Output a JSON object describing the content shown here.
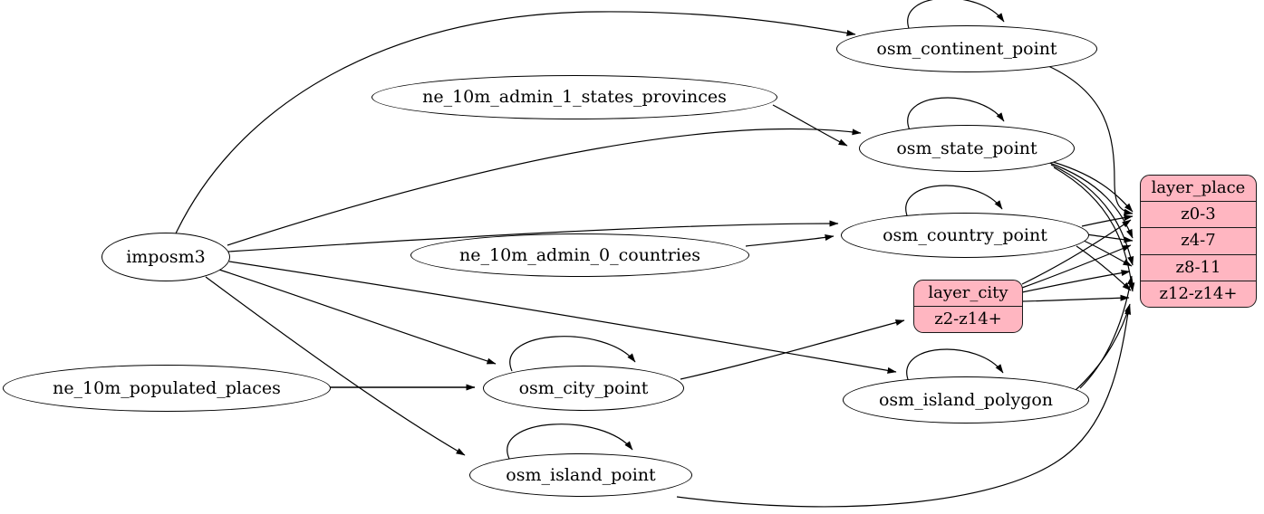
{
  "diagram": {
    "kind": "graphviz-etl-graph",
    "background": "#ffffff",
    "colors": {
      "node_fill": "#ffffff",
      "node_stroke": "#000000",
      "table_fill": "#ffb6c1",
      "table_stroke": "#1a1a1a",
      "edge": "#000000",
      "text": "#000000"
    },
    "nodes": {
      "imposm3": {
        "label": "imposm3",
        "shape": "ellipse"
      },
      "ne_10m_admin_1_states_provinces": {
        "label": "ne_10m_admin_1_states_provinces",
        "shape": "ellipse"
      },
      "ne_10m_admin_0_countries": {
        "label": "ne_10m_admin_0_countries",
        "shape": "ellipse"
      },
      "ne_10m_populated_places": {
        "label": "ne_10m_populated_places",
        "shape": "ellipse"
      },
      "osm_continent_point": {
        "label": "osm_continent_point",
        "shape": "ellipse"
      },
      "osm_state_point": {
        "label": "osm_state_point",
        "shape": "ellipse"
      },
      "osm_country_point": {
        "label": "osm_country_point",
        "shape": "ellipse"
      },
      "osm_city_point": {
        "label": "osm_city_point",
        "shape": "ellipse"
      },
      "osm_island_polygon": {
        "label": "osm_island_polygon",
        "shape": "ellipse"
      },
      "osm_island_point": {
        "label": "osm_island_point",
        "shape": "ellipse"
      }
    },
    "tables": {
      "layer_city": {
        "title": "layer_city",
        "rows": [
          "z2-z14+"
        ]
      },
      "layer_place": {
        "title": "layer_place",
        "rows": [
          "z0-3",
          "z4-7",
          "z8-11",
          "z12-z14+"
        ]
      }
    },
    "edges": [
      {
        "from": "imposm3",
        "to": "osm_continent_point"
      },
      {
        "from": "imposm3",
        "to": "osm_state_point"
      },
      {
        "from": "imposm3",
        "to": "osm_country_point"
      },
      {
        "from": "imposm3",
        "to": "osm_city_point"
      },
      {
        "from": "imposm3",
        "to": "osm_island_polygon"
      },
      {
        "from": "imposm3",
        "to": "osm_island_point"
      },
      {
        "from": "ne_10m_admin_1_states_provinces",
        "to": "osm_state_point"
      },
      {
        "from": "ne_10m_admin_0_countries",
        "to": "osm_country_point"
      },
      {
        "from": "ne_10m_populated_places",
        "to": "osm_city_point"
      },
      {
        "from": "osm_continent_point",
        "to": "osm_continent_point",
        "self_loop": true
      },
      {
        "from": "osm_state_point",
        "to": "osm_state_point",
        "self_loop": true
      },
      {
        "from": "osm_country_point",
        "to": "osm_country_point",
        "self_loop": true
      },
      {
        "from": "osm_city_point",
        "to": "osm_city_point",
        "self_loop": true
      },
      {
        "from": "osm_island_polygon",
        "to": "osm_island_polygon",
        "self_loop": true
      },
      {
        "from": "osm_island_point",
        "to": "osm_island_point",
        "self_loop": true
      },
      {
        "from": "osm_city_point",
        "to": "layer_city:z2-z14+"
      },
      {
        "from": "osm_continent_point",
        "to": "layer_place:z0-3"
      },
      {
        "from": "osm_state_point",
        "to": "layer_place:z0-3"
      },
      {
        "from": "osm_state_point",
        "to": "layer_place:z4-7"
      },
      {
        "from": "osm_state_point",
        "to": "layer_place:z8-11"
      },
      {
        "from": "osm_state_point",
        "to": "layer_place:z12-z14+"
      },
      {
        "from": "osm_country_point",
        "to": "layer_place:z0-3"
      },
      {
        "from": "osm_country_point",
        "to": "layer_place:z4-7"
      },
      {
        "from": "osm_country_point",
        "to": "layer_place:z8-11"
      },
      {
        "from": "osm_country_point",
        "to": "layer_place:z12-z14+"
      },
      {
        "from": "layer_city",
        "to": "layer_place:z0-3"
      },
      {
        "from": "layer_city",
        "to": "layer_place:z4-7"
      },
      {
        "from": "layer_city",
        "to": "layer_place:z8-11"
      },
      {
        "from": "layer_city",
        "to": "layer_place:z12-z14+"
      },
      {
        "from": "osm_island_polygon",
        "to": "layer_place:z8-11"
      },
      {
        "from": "osm_island_polygon",
        "to": "layer_place:z12-z14+"
      },
      {
        "from": "osm_island_point",
        "to": "layer_place:z12-z14+"
      }
    ]
  }
}
